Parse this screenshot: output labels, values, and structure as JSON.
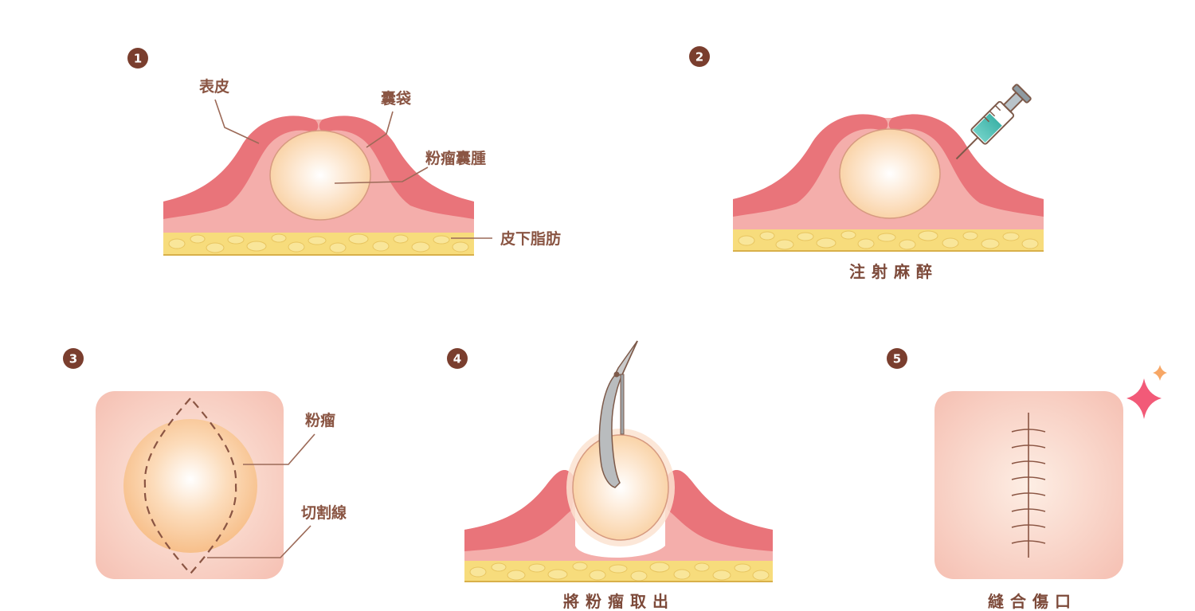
{
  "steps": [
    {
      "num": "1",
      "caption": ""
    },
    {
      "num": "2",
      "caption": "注射麻醉"
    },
    {
      "num": "3",
      "caption": ""
    },
    {
      "num": "4",
      "caption": "將粉瘤取出"
    },
    {
      "num": "5",
      "caption": "縫合傷口"
    }
  ],
  "labels": {
    "epidermis": "表皮",
    "sac": "囊袋",
    "cyst": "粉瘤囊腫",
    "subcutaneous_fat": "皮下脂肪",
    "atheroma": "粉瘤",
    "incision_line": "切割線"
  },
  "colors": {
    "number_badge": "#7a3e2e",
    "epidermis": "#e9747a",
    "dermis": "#f4aeab",
    "fat": "#f7dc7c",
    "cyst_fill": "#fde7cf",
    "text": "#8a5543"
  },
  "icons": [
    "syringe-icon",
    "forceps-icon",
    "sparkle-icon",
    "suture-icon"
  ]
}
